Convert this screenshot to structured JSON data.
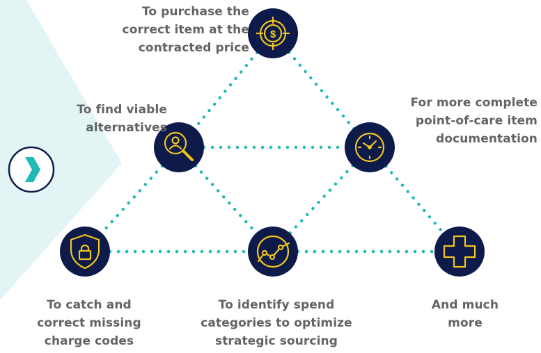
{
  "colors": {
    "navy": "#0d1a4a",
    "gold": "#f2c51c",
    "teal": "#21b9b4",
    "panel": "#e2f4f4",
    "chevron_ring": "#0d1a4a",
    "text": "#636466"
  },
  "nodes": {
    "top": {
      "label": "To purchase the\ncorrect item at the\ncontracted price",
      "icon": "target-dollar-icon"
    },
    "left": {
      "label": "To find viable\nalternatives",
      "icon": "person-search-icon"
    },
    "right": {
      "label": "For more complete\npoint-of-care item\ndocumentation",
      "icon": "clock-icon"
    },
    "bottom_left": {
      "label": "To catch and\ncorrect missing\ncharge codes",
      "icon": "shield-lock-icon"
    },
    "bottom_center": {
      "label": "To identify spend\ncategories to optimize\nstrategic sourcing",
      "icon": "trend-line-icon"
    },
    "bottom_right": {
      "label": "And much\nmore",
      "icon": "medical-cross-icon"
    }
  },
  "nav": {
    "icon": "chevron-right-icon"
  }
}
